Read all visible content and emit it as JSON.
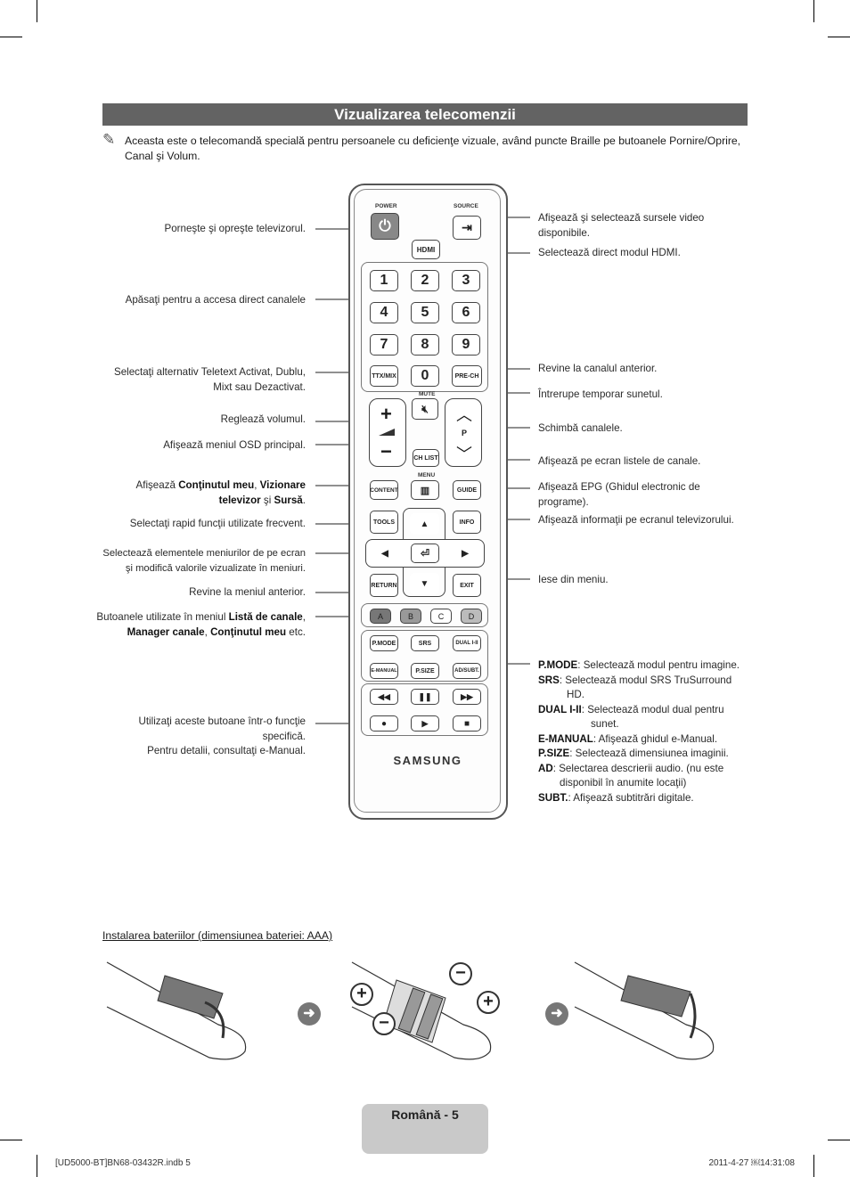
{
  "header": {
    "title": "Vizualizarea telecomenzii"
  },
  "note": {
    "icon": "pencil-note-icon",
    "text": "Aceasta este o telecomandă specială pentru persoanele cu deficienţe vizuale, având puncte Braille pe butoanele Pornire/Oprire, Canal şi Volum."
  },
  "left_labels": {
    "power": "Porneşte şi opreşte televizorul.",
    "channels": "Apăsaţi pentru a accesa direct canalele",
    "ttx": "Selectaţi alternativ Teletext Activat, Dublu, Mixt sau Dezactivat.",
    "volume": "Reglează volumul.",
    "menu": "Afişează meniul OSD principal.",
    "content_pre": "Afişează ",
    "content_b1": "Conţinutul meu",
    "content_mid1": ", ",
    "content_b2": "Vizionare televizor",
    "content_mid2": " şi ",
    "content_b3": "Sursă",
    "content_post": ".",
    "tools": "Selectaţi rapid funcţii utilizate frecvent.",
    "nav": "Selectează elementele meniurilor de pe ecran şi modifică valorile vizualizate în meniuri.",
    "return": "Revine la meniul anterior.",
    "color_pre": "Butoanele utilizate în meniul ",
    "color_b1": "Listă de canale",
    "color_mid1": ", ",
    "color_b2": "Manager canale",
    "color_mid2": ", ",
    "color_b3": "Conţinutul meu",
    "color_post": " etc.",
    "media_1": "Utilizaţi aceste butoane într-o funcţie specifică.",
    "media_2": "Pentru detalii, consultaţi e-Manual."
  },
  "right_labels": {
    "source": "Afişează şi selectează sursele video disponibile.",
    "hdmi": "Selectează direct modul HDMI.",
    "prech": "Revine la canalul anterior.",
    "mute": "Întrerupe temporar sunetul.",
    "channel": "Schimbă canalele.",
    "chlist": "Afişează pe ecran listele de canale.",
    "guide": "Afişează EPG (Ghidul electronic de programe).",
    "info": "Afişează informaţii pe ecranul televizorului.",
    "exit": "Iese din meniu.",
    "pmode_k": "P.MODE",
    "pmode_v": ": Selectează modul pentru imagine.",
    "srs_k": "SRS",
    "srs_v": ": Selectează modul SRS TruSurround HD.",
    "dual_k": "DUAL I-II",
    "dual_v": ": Selectează modul dual pentru sunet.",
    "emanual_k": "E-MANUAL",
    "emanual_v": ": Afişează ghidul e-Manual.",
    "psize_k": "P.SIZE",
    "psize_v": ": Selectează dimensiunea imaginii.",
    "ad_k": "AD",
    "ad_v": ": Selectarea descrierii audio. (nu este disponibil în anumite locaţii)",
    "subt_k": "SUBT.",
    "subt_v": ": Afişează subtitrări digitale."
  },
  "remote": {
    "power": "POWER",
    "source": "SOURCE",
    "hdmi": "HDMI",
    "digits": [
      "1",
      "2",
      "3",
      "4",
      "5",
      "6",
      "7",
      "8",
      "9"
    ],
    "zero": "0",
    "ttx": "TTX/MIX",
    "prech": "PRE-CH",
    "mute": "MUTE",
    "p": "P",
    "chlist": "CH LIST",
    "menu": "MENU",
    "content": "CONTENT",
    "guide": "GUIDE",
    "tools": "TOOLS",
    "info": "INFO",
    "return": "RETURN",
    "exit": "EXIT",
    "colors": [
      "A",
      "B",
      "C",
      "D"
    ],
    "pmode": "P.MODE",
    "srs": "SRS",
    "dual": "DUAL I-II",
    "emanual": "E-MANUAL",
    "psize": "P.SIZE",
    "adsubt": "AD/SUBT.",
    "brand": "SAMSUNG"
  },
  "battery": {
    "title": "Instalarea bateriilor (dimensiunea bateriei: AAA)"
  },
  "footer": {
    "page": "Română - 5",
    "file": "[UD5000-BT]BN68-03432R.indb   5",
    "date": "2011-4-27   ￼14:31:08"
  }
}
